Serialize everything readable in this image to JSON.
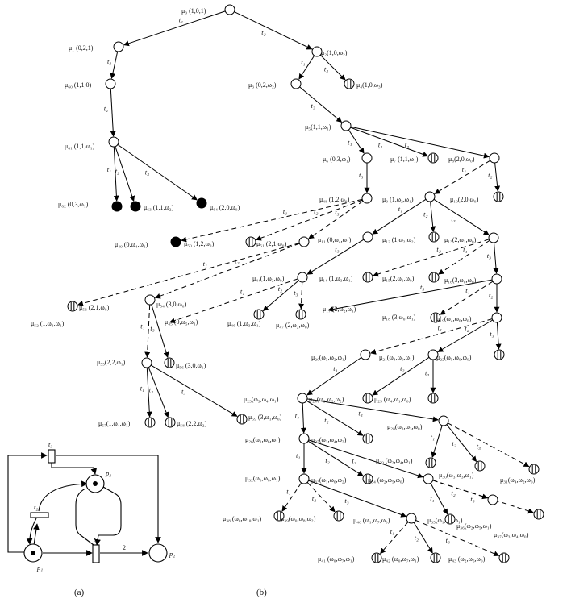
{
  "captions": {
    "a": "(a)",
    "b": "(b)"
  },
  "net": {
    "places": [
      {
        "key": "p1",
        "label": "p₁"
      },
      {
        "key": "p2",
        "label": "p₂"
      },
      {
        "key": "p3",
        "label": "p₃"
      }
    ],
    "transitions": [
      {
        "key": "t1",
        "label": "t₁"
      },
      {
        "key": "t2",
        "label": "t₂"
      },
      {
        "key": "t3",
        "label": "t₃"
      }
    ],
    "weight_label": "2"
  },
  "tree": {
    "nodes": [
      {
        "id": "mu0",
        "label": "μ₀ (1,0,1)",
        "kind": "open"
      },
      {
        "id": "mu1",
        "label": "μ₁ (0,2,1)",
        "kind": "open"
      },
      {
        "id": "mu2",
        "label": "μ₂(1,0,ω₂)",
        "kind": "open"
      },
      {
        "id": "mu60",
        "label": "μ₆₀ (1,1,0)",
        "kind": "open"
      },
      {
        "id": "mu3",
        "label": "μ₃ (0,2,ω₂)",
        "kind": "open"
      },
      {
        "id": "mu4",
        "label": "μ₄(1,0,ω₃)",
        "kind": "barred"
      },
      {
        "id": "mu61",
        "label": "μ₆₁ (1,1,ω₁)",
        "kind": "open"
      },
      {
        "id": "mu5",
        "label": "μ₅(1,1,ω₁)",
        "kind": "open"
      },
      {
        "id": "mu6",
        "label": "μ₆ (0,3,ω₁)",
        "kind": "open"
      },
      {
        "id": "mu7",
        "label": "μ₇ (1,1,ω₁)",
        "kind": "barred"
      },
      {
        "id": "mu8",
        "label": "μ₈(2,0,ω₀)",
        "kind": "open"
      },
      {
        "id": "mu62",
        "label": "μ₆₂ (0,3,ω₁)",
        "kind": "dead"
      },
      {
        "id": "mu63",
        "label": "μ₆₃ (1,1,ω₂)",
        "kind": "dead"
      },
      {
        "id": "mu64",
        "label": "μ₆₄ (2,0,ω₀)",
        "kind": "dead"
      },
      {
        "id": "mu48",
        "label": "μ₄₈ (1,2,ω₀)",
        "kind": "open"
      },
      {
        "id": "mu9",
        "label": "μ₉ (1,ω₂,ω₁)",
        "kind": "open"
      },
      {
        "id": "mu10",
        "label": "μ₁₀(2,0,ω₀)",
        "kind": "barred"
      },
      {
        "id": "mu49",
        "label": "μ₄₉ (0,ω₄,ω₁)",
        "kind": "dead"
      },
      {
        "id": "mu50",
        "label": "μ₅₀ (1,2,ω₀)",
        "kind": "barred"
      },
      {
        "id": "mu51",
        "label": "μ₅₁ (2,1,ω₀)",
        "kind": "open"
      },
      {
        "id": "mu11",
        "label": "μ₁₁ (0,ω₄,ω₁)",
        "kind": "open"
      },
      {
        "id": "mu12",
        "label": "μ₁₂ (1,ω₂,ω₂)",
        "kind": "barred"
      },
      {
        "id": "mu13",
        "label": "μ₁₃(2,ω₁,ω₀)",
        "kind": "open"
      },
      {
        "id": "mu53",
        "label": "μ₅₃ (2,1,ω₀)",
        "kind": "barred"
      },
      {
        "id": "mu52",
        "label": "μ₅₂ (1,ω₃,ω₁)",
        "kind": "label"
      },
      {
        "id": "mu54",
        "label": "μ₅₄ (3,0,ω₀)",
        "kind": "open"
      },
      {
        "id": "mu44",
        "label": "μ₄₄(1,ω₂,ω₀)",
        "kind": "open"
      },
      {
        "id": "mu14",
        "label": "μ₁₄ (1,ω₃,ω₁)",
        "kind": "barred"
      },
      {
        "id": "mu15",
        "label": "μ₁₅(2,ω₁,ω₀)",
        "kind": "barred"
      },
      {
        "id": "mu16",
        "label": "μ₁₆(3,ω₀,ω₀)",
        "kind": "open"
      },
      {
        "id": "mu45",
        "label": "μ₄₅ (0,ω₅,ω₁)",
        "kind": "label"
      },
      {
        "id": "mu46",
        "label": "μ₄₆ (1,ω₃,ω₁)",
        "kind": "barred"
      },
      {
        "id": "mu47",
        "label": "μ₄₇ (2,ω₂,ω₀)",
        "kind": "barred"
      },
      {
        "id": "mu17",
        "label": "μ₁₇ (2,ω₂,ω₁)",
        "kind": "label"
      },
      {
        "id": "mu18",
        "label": "μ₁₈ (3,ω₀,ω₁)",
        "kind": "barred"
      },
      {
        "id": "mu19",
        "label": "μ₁₉(ω₄,ω₀,ω₀)",
        "kind": "open"
      },
      {
        "id": "mu55",
        "label": "μ₅₅(2,2,ω₁)",
        "kind": "open"
      },
      {
        "id": "mu56",
        "label": "μ₅₆ (3,0,ω₁)",
        "kind": "barred"
      },
      {
        "id": "mu20",
        "label": "μ₂₀(ω₃,ω₂,ω₁)",
        "kind": "open"
      },
      {
        "id": "mu21",
        "label": "μ₂₁(ω₄,ω₀,ω₁)",
        "kind": "open"
      },
      {
        "id": "mu22",
        "label": "μ₂₂(ω₅,ω₀,ω₀)",
        "kind": "barred"
      },
      {
        "id": "mu23",
        "label": "μ₂₃(ω₃,ω₄,ω₁)",
        "kind": "open"
      },
      {
        "id": "mu24",
        "label": "μ₂₄(ω₃,ω₂,ω₂)",
        "kind": "barred"
      },
      {
        "id": "mu25",
        "label": "μ₂₅ (ω₄,ω₁,ω₀)",
        "kind": "barred"
      },
      {
        "id": "mu57",
        "label": "μ₅₇(1,ω₄,ω₁)",
        "kind": "barred"
      },
      {
        "id": "mu58",
        "label": "μ₅₈ (2,2,ω₂)",
        "kind": "barred"
      },
      {
        "id": "mu59",
        "label": "μ₅₉ (3,ω₁,ω₀)",
        "kind": "barred"
      },
      {
        "id": "mu26",
        "label": "μ₂₆(ω₁,ω₆,ω₁)",
        "kind": "open"
      },
      {
        "id": "mu27",
        "label": "μ₂₇(ω₃,ω₄,ω₂)",
        "kind": "barred"
      },
      {
        "id": "mu28",
        "label": "μ₂₈(ω₃,ω₃,ω₀)",
        "kind": "open"
      },
      {
        "id": "mu29",
        "label": "μ₂₉ (ω₂,ω₄,ω₁)",
        "kind": "barred"
      },
      {
        "id": "mu30",
        "label": "μ₃₀(ω₃,ω₃,ω₁)",
        "kind": "barred"
      },
      {
        "id": "mu31",
        "label": "μ₃₁(ω₄,ω₂,ω₀)",
        "kind": "barred"
      },
      {
        "id": "mu32",
        "label": "μ₃₂(ω₀,ω₈,ω₁)",
        "kind": "open"
      },
      {
        "id": "mu33",
        "label": "μ₃₃(ω₁,ω₆,ω₂)",
        "kind": "barred"
      },
      {
        "id": "mu34",
        "label": "μ₃₄ (ω₂,ω₅,ω₀)",
        "kind": "open"
      },
      {
        "id": "mu38",
        "label": "μ₃₈ (ω₀,ω₁₀,ω₁)",
        "kind": "barred"
      },
      {
        "id": "mu39",
        "label": "μ₃₉(ω₀,ω₈,ω₂)",
        "kind": "barred"
      },
      {
        "id": "mu40",
        "label": "μ₄₀ (ω₁,ω₇,ω₀)",
        "kind": "open"
      },
      {
        "id": "mu35",
        "label": "μ₃₅(ω₁,ω₇,ω₁)",
        "kind": "open"
      },
      {
        "id": "mu36",
        "label": "μ₃₆(ω₂,ω₅,ω₁)",
        "kind": "barred"
      },
      {
        "id": "mu37",
        "label": "μ₃₇(ω₃,ω₄,ω₀)",
        "kind": "barred"
      },
      {
        "id": "mu41",
        "label": "μ₄₁ (ω₀,ω₇,ω₁)",
        "kind": "barred"
      },
      {
        "id": "mu42",
        "label": "μ₄₂ (ω₀,ω₇,ω₁)",
        "kind": "barred"
      },
      {
        "id": "mu43",
        "label": "μ₄₃ (ω₂,ω₆,ω₀)",
        "kind": "barred"
      }
    ],
    "edges": [
      {
        "from": "mu0",
        "to": "mu1",
        "t": "t₁",
        "style": "solid"
      },
      {
        "from": "mu0",
        "to": "mu2",
        "t": "t₂",
        "style": "solid"
      },
      {
        "from": "mu1",
        "to": "mu60",
        "t": "t₃",
        "style": "solid"
      },
      {
        "from": "mu60",
        "to": "mu61",
        "t": "t₂",
        "style": "solid"
      },
      {
        "from": "mu61",
        "to": "mu62",
        "t": "t₁",
        "style": "solid"
      },
      {
        "from": "mu61",
        "to": "mu63",
        "t": "t₂",
        "style": "solid"
      },
      {
        "from": "mu61",
        "to": "mu64",
        "t": "t₃",
        "style": "solid"
      },
      {
        "from": "mu2",
        "to": "mu3",
        "t": "t₁",
        "style": "solid"
      },
      {
        "from": "mu2",
        "to": "mu4",
        "t": "t₂",
        "style": "solid"
      },
      {
        "from": "mu3",
        "to": "mu5",
        "t": "t₃",
        "style": "solid"
      },
      {
        "from": "mu5",
        "to": "mu6",
        "t": "t₁",
        "style": "solid"
      },
      {
        "from": "mu5",
        "to": "mu7",
        "t": "t₂",
        "style": "solid"
      },
      {
        "from": "mu5",
        "to": "mu8",
        "t": "t₃",
        "style": "solid"
      },
      {
        "from": "mu6",
        "to": "mu48",
        "t": "t₃",
        "style": "solid"
      },
      {
        "from": "mu8",
        "to": "mu9",
        "t": "t₁",
        "style": "dashed"
      },
      {
        "from": "mu8",
        "to": "mu10",
        "t": "t₂",
        "style": "solid"
      },
      {
        "from": "mu48",
        "to": "mu49",
        "t": "t₁",
        "style": "dashed"
      },
      {
        "from": "mu48",
        "to": "mu50",
        "t": "t₂",
        "style": "dashed"
      },
      {
        "from": "mu48",
        "to": "mu51",
        "t": "t₃",
        "style": "dashed"
      },
      {
        "from": "mu9",
        "to": "mu11",
        "t": "t₁",
        "style": "solid"
      },
      {
        "from": "mu9",
        "to": "mu12",
        "t": "t₂",
        "style": "solid"
      },
      {
        "from": "mu9",
        "to": "mu13",
        "t": "t₃",
        "style": "solid"
      },
      {
        "from": "mu51",
        "to": "mu53",
        "t": "t₁",
        "style": "dashed"
      },
      {
        "from": "mu51",
        "to": "mu54",
        "t": "t₂",
        "style": "dashed"
      },
      {
        "from": "mu11",
        "to": "mu44",
        "t": "t₃",
        "style": "solid"
      },
      {
        "from": "mu13",
        "to": "mu15",
        "t": "t₁",
        "style": "dashed"
      },
      {
        "from": "mu13",
        "to": "mu14",
        "t": "t₂",
        "style": "dashed"
      },
      {
        "from": "mu13",
        "to": "mu16",
        "t": "t₃",
        "style": "solid"
      },
      {
        "from": "mu54",
        "to": "mu55",
        "t": "t₁",
        "style": "dashed"
      },
      {
        "from": "mu54",
        "to": "mu56",
        "t": "t₃",
        "style": "solid"
      },
      {
        "from": "mu44",
        "to": "mu45",
        "t": "t₁",
        "style": "dashed"
      },
      {
        "from": "mu44",
        "to": "mu46",
        "t": "t₂",
        "style": "solid"
      },
      {
        "from": "mu44",
        "to": "mu47",
        "t": "t₃",
        "style": "dashed"
      },
      {
        "from": "mu16",
        "to": "mu18",
        "t": "t₁",
        "style": "dashed"
      },
      {
        "from": "mu16",
        "to": "mu19",
        "t": "t₂",
        "style": "solid"
      },
      {
        "from": "mu16",
        "to": "mu17",
        "t": "t₃",
        "style": "solid"
      },
      {
        "from": "mu19",
        "to": "mu20",
        "t": "t₁",
        "style": "dashed"
      },
      {
        "from": "mu19",
        "to": "mu21",
        "t": "t₂",
        "style": "solid"
      },
      {
        "from": "mu19",
        "to": "mu22",
        "t": "t₃",
        "style": "solid"
      },
      {
        "from": "mu55",
        "to": "mu57",
        "t": "t₁",
        "style": "solid"
      },
      {
        "from": "mu55",
        "to": "mu58",
        "t": "t₂",
        "style": "solid"
      },
      {
        "from": "mu55",
        "to": "mu59",
        "t": "t₃",
        "style": "solid"
      },
      {
        "from": "mu20",
        "to": "mu23",
        "t": "t₁",
        "style": "solid"
      },
      {
        "from": "mu21",
        "to": "mu24",
        "t": "t₂",
        "style": "solid"
      },
      {
        "from": "mu21",
        "to": "mu25",
        "t": "t₃",
        "style": "solid"
      },
      {
        "from": "mu23",
        "to": "mu26",
        "t": "t₁",
        "style": "solid"
      },
      {
        "from": "mu23",
        "to": "mu27",
        "t": "t₂",
        "style": "solid"
      },
      {
        "from": "mu23",
        "to": "mu28",
        "t": "t₃",
        "style": "solid"
      },
      {
        "from": "mu28",
        "to": "mu29",
        "t": "t₁",
        "style": "solid"
      },
      {
        "from": "mu28",
        "to": "mu30",
        "t": "t₂",
        "style": "solid"
      },
      {
        "from": "mu28",
        "to": "mu31",
        "t": "t₃",
        "style": "dashed"
      },
      {
        "from": "mu26",
        "to": "mu32",
        "t": "t₁",
        "style": "solid"
      },
      {
        "from": "mu26",
        "to": "mu33",
        "t": "t₂",
        "style": "solid"
      },
      {
        "from": "mu26",
        "to": "mu34",
        "t": "t₃",
        "style": "solid"
      },
      {
        "from": "mu34",
        "to": "mu36",
        "t": "t₁",
        "style": "solid"
      },
      {
        "from": "mu34",
        "to": "mu35",
        "t": "t₂",
        "style": "dashed"
      },
      {
        "from": "mu34",
        "to": "mu37",
        "t": "t₃",
        "style": "dashed"
      },
      {
        "from": "mu32",
        "to": "mu38",
        "t": "t₁",
        "style": "dashed"
      },
      {
        "from": "mu32",
        "to": "mu39",
        "t": "t₂",
        "style": "dashed"
      },
      {
        "from": "mu32",
        "to": "mu40",
        "t": "t₃",
        "style": "solid"
      },
      {
        "from": "mu40",
        "to": "mu41",
        "t": "t₁",
        "style": "dashed"
      },
      {
        "from": "mu40",
        "to": "mu42",
        "t": "t₂",
        "style": "solid"
      },
      {
        "from": "mu40",
        "to": "mu43",
        "t": "t₃",
        "style": "dashed"
      }
    ]
  }
}
